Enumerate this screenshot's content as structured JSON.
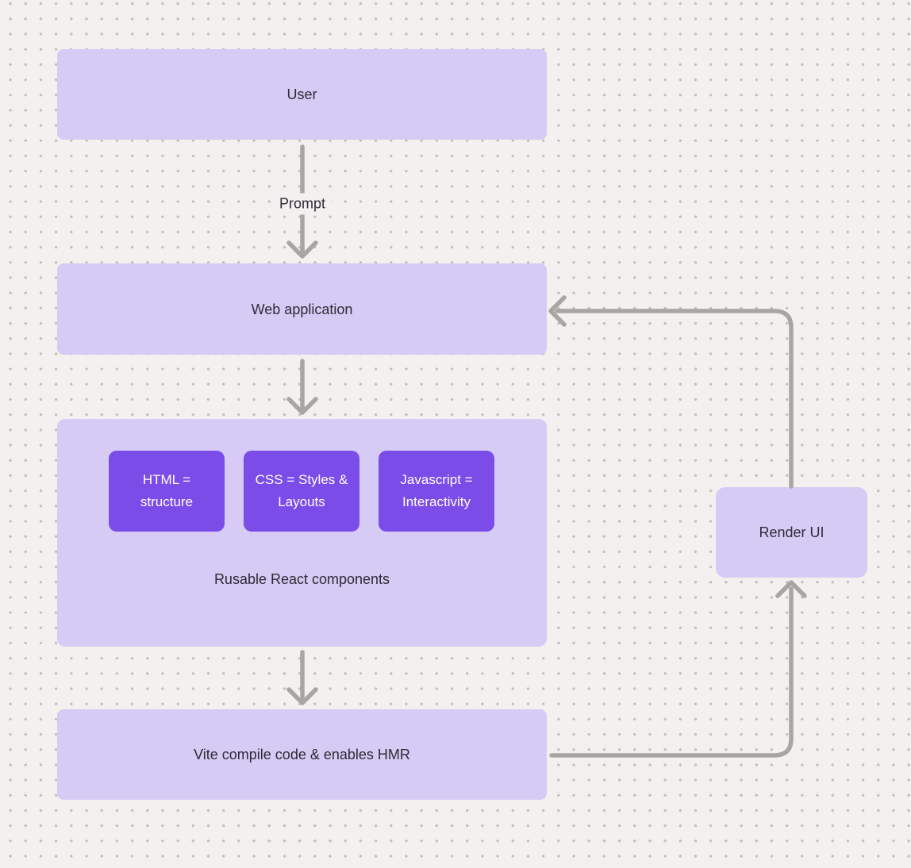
{
  "diagram": {
    "nodes": {
      "user": {
        "label": "User"
      },
      "web_application": {
        "label": "Web application"
      },
      "components": {
        "caption": "Rusable React components",
        "chips": [
          {
            "label": "HTML = structure"
          },
          {
            "label": "CSS = Styles & Layouts"
          },
          {
            "label": "Javascript = Interactivity"
          }
        ]
      },
      "vite": {
        "label": "Vite compile code & enables HMR"
      },
      "render_ui": {
        "label": "Render UI"
      }
    },
    "edges": {
      "prompt": {
        "label": "Prompt"
      }
    },
    "colors": {
      "background": "#f2f1ef",
      "dot": "#c1bebc",
      "node_fill": "#d6cbf4",
      "chip_fill": "#7c4ce9",
      "chip_text": "#ffffff",
      "arrow": "#a8a5a2",
      "text": "#2e2a36"
    }
  }
}
